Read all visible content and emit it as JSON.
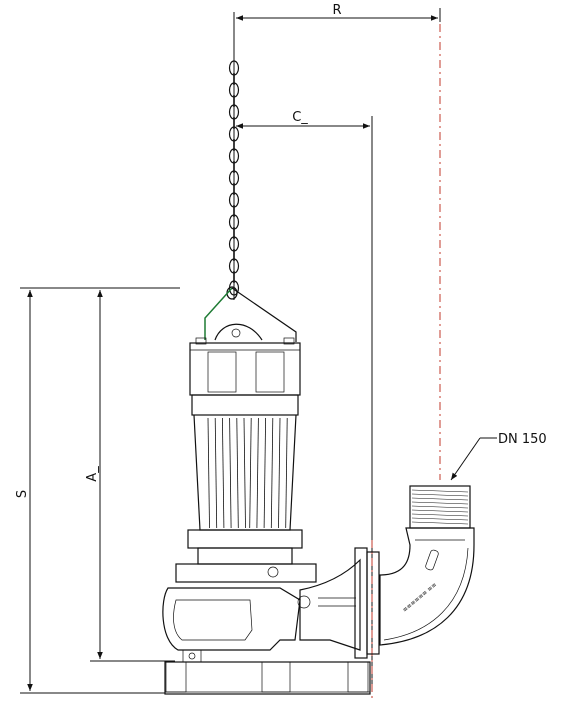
{
  "dimensions": {
    "r_label": "R",
    "c_label": "C_",
    "a_label": "A_",
    "s_label": "S"
  },
  "callouts": {
    "outlet_label": "DN 150"
  },
  "colors": {
    "line": "#111111",
    "centerline": "#c0392b",
    "lifting_bracket": "#1e7b34"
  }
}
